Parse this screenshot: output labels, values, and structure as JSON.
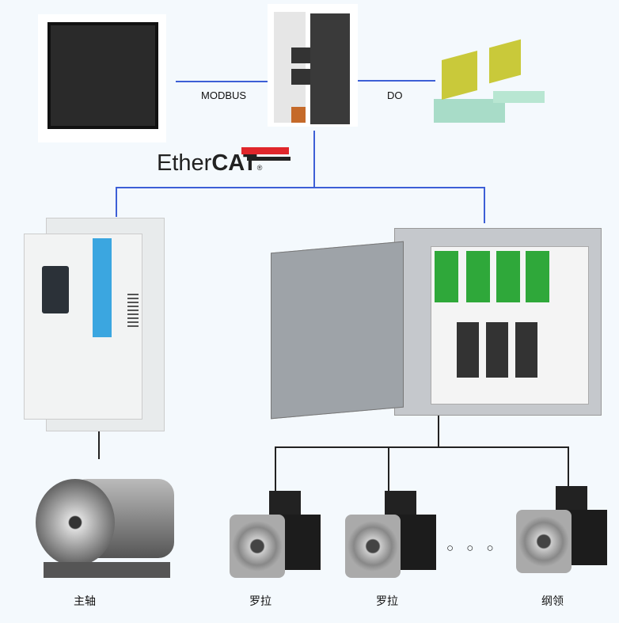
{
  "links": {
    "modbus": "MODBUS",
    "do": "DO"
  },
  "logo": {
    "ethercat_text": "Ether",
    "ethercat_bold": "CAT",
    "ethercat_reg": "®"
  },
  "labels": {
    "spindle": "主轴",
    "roller1": "罗拉",
    "roller2": "罗拉",
    "ellipsis": "○ ○ ○",
    "guide": "纲领"
  },
  "colors": {
    "line": "#3d5fd6",
    "logo_red": "#e0262b",
    "background": "#f4f9fd"
  }
}
